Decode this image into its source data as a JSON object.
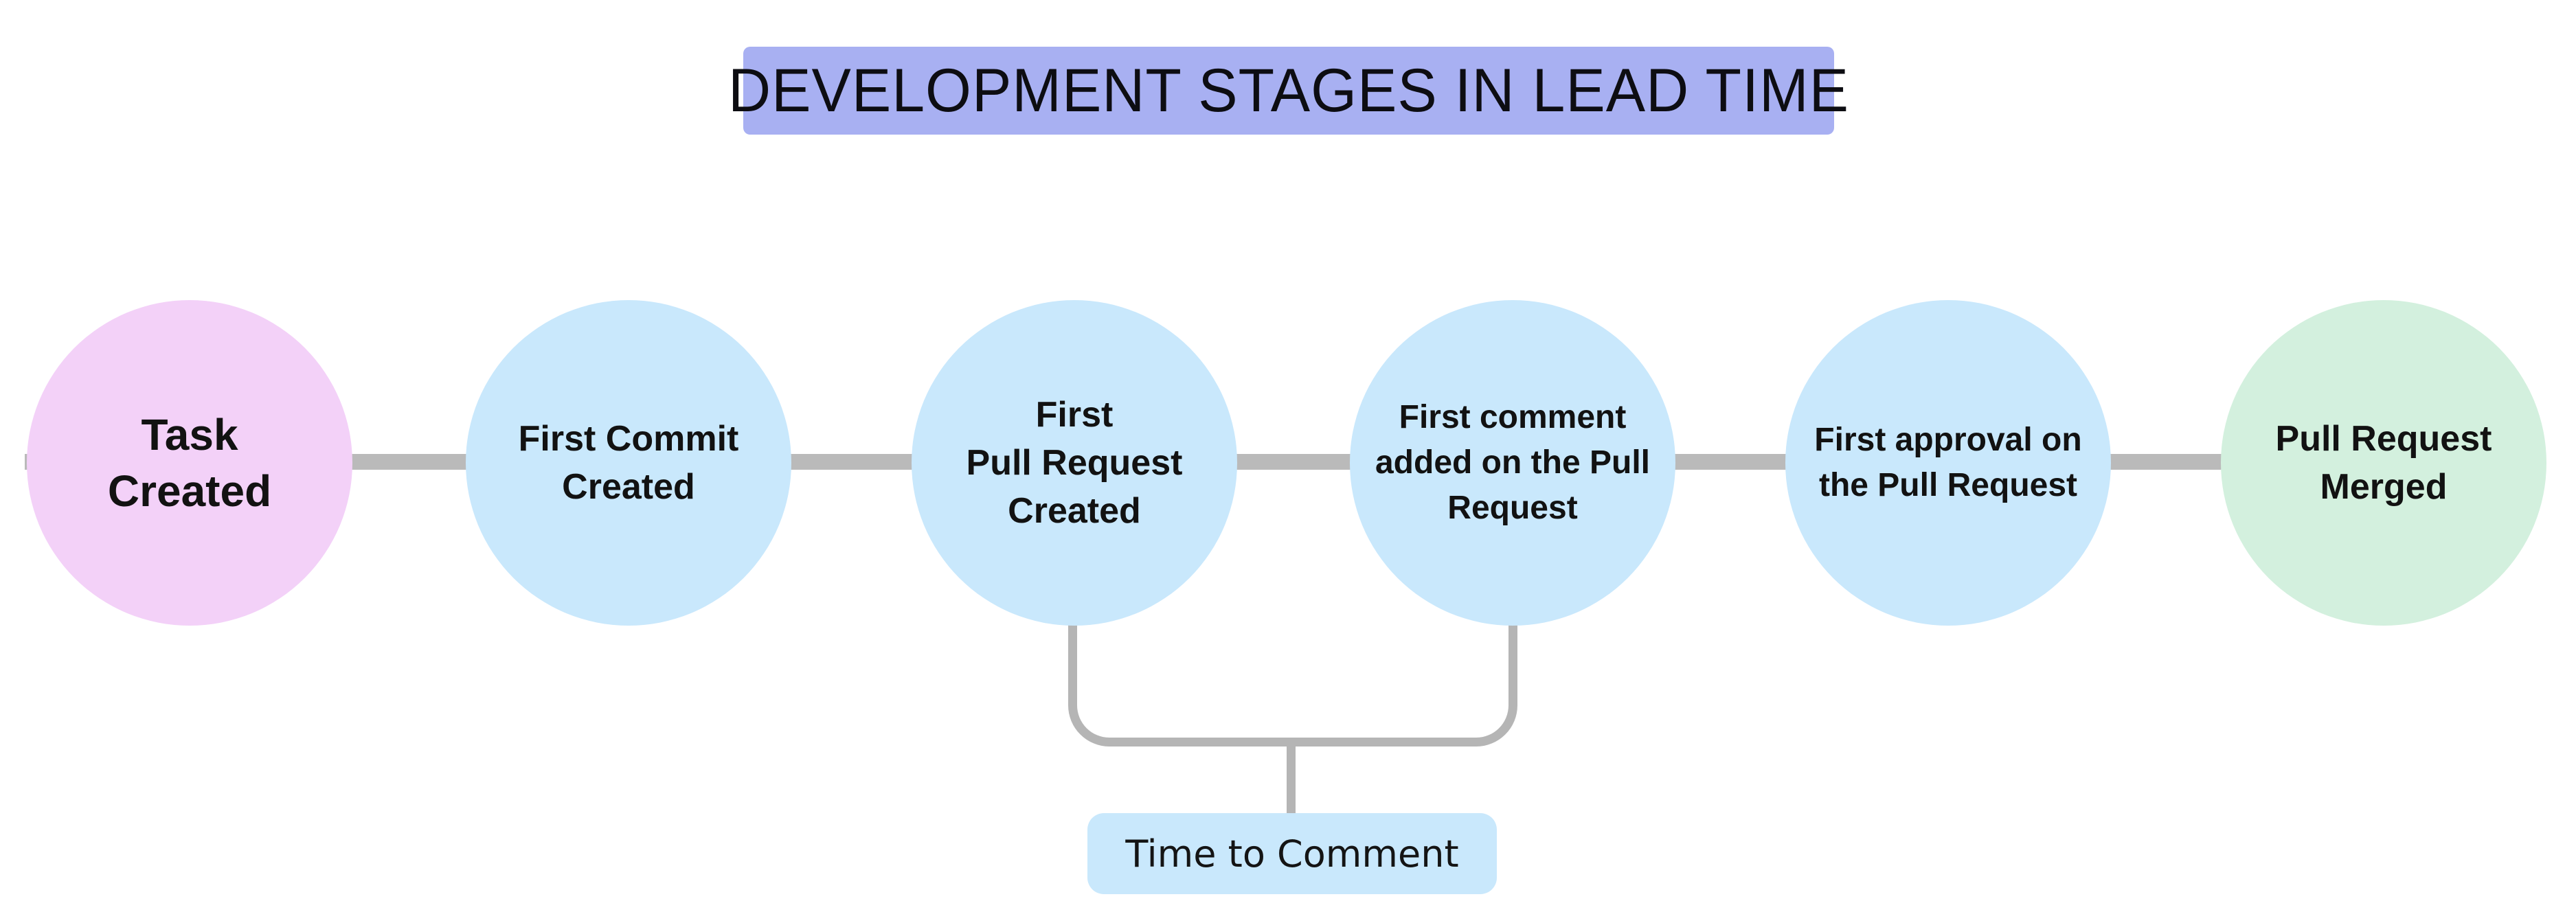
{
  "title": {
    "text": "DEVELOPMENT STAGES IN LEAD TIME",
    "bg": "#a8b0f2"
  },
  "stages": [
    {
      "name": "Task Created",
      "lines": [
        "Task",
        "Created"
      ],
      "color": "#f3d1f8"
    },
    {
      "name": "First Commit Created",
      "lines": [
        "First Commit",
        "Created"
      ],
      "color": "#c9e8fc"
    },
    {
      "name": "First Pull Request Created",
      "lines": [
        "First",
        "Pull Request",
        "Created"
      ],
      "color": "#c9e8fc"
    },
    {
      "name": "First comment added on the Pull Request",
      "lines": [
        "First comment",
        "added on the Pull",
        "Request"
      ],
      "color": "#c9e8fc"
    },
    {
      "name": "First approval on the Pull Request",
      "lines": [
        "First approval on",
        "the Pull Request"
      ],
      "color": "#c9e8fc"
    },
    {
      "name": "Pull Request Merged",
      "lines": [
        "Pull Request",
        "Merged"
      ],
      "color": "#d3f0de"
    }
  ],
  "annotation": {
    "label": "Time to Comment",
    "bg": "#c9e8fc",
    "from_stage": "First Pull Request Created",
    "to_stage": "First comment added on the Pull Request"
  },
  "colors": {
    "connector": "#bababa",
    "bracket": "#b5b5b5",
    "text": "#121212",
    "background": "#ffffff"
  }
}
